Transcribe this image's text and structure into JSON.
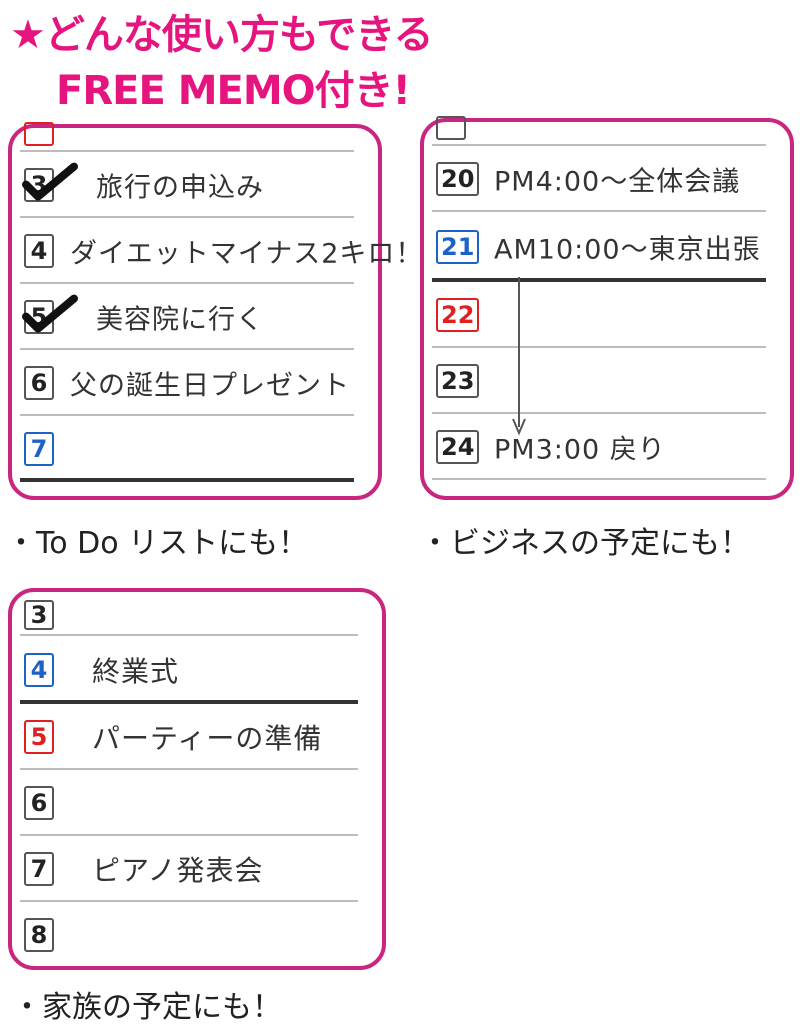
{
  "headline": {
    "line1": "★どんな使い方もできる",
    "line2": "FREE MEMO付き!"
  },
  "colors": {
    "accent": "#e5147f",
    "frame": "#c8267f",
    "saturday": "#1d63c7",
    "sunday": "#e02020"
  },
  "todo": {
    "caption": "・To Do リストにも！",
    "rows": [
      {
        "date": "3",
        "memo": "旅行の申込み",
        "checked": true
      },
      {
        "date": "4",
        "memo": "ダイエットマイナス2キロ！",
        "checked": false
      },
      {
        "date": "5",
        "memo": "美容院に行く",
        "checked": true
      },
      {
        "date": "6",
        "memo": "父の誕生日プレゼント",
        "checked": false
      },
      {
        "date": "7",
        "memo": "",
        "checked": false
      }
    ]
  },
  "business": {
    "caption": "・ビジネスの予定にも！",
    "rows": [
      {
        "date": "20",
        "memo": "PM4:00〜全体会議"
      },
      {
        "date": "21",
        "memo": "AM10:00〜東京出張"
      },
      {
        "date": "22",
        "memo": ""
      },
      {
        "date": "23",
        "memo": ""
      },
      {
        "date": "24",
        "memo": "PM3:00 戻り"
      }
    ]
  },
  "family": {
    "caption": "・家族の予定にも！",
    "rows": [
      {
        "date": "3",
        "memo": ""
      },
      {
        "date": "4",
        "memo": "終業式"
      },
      {
        "date": "5",
        "memo": "パーティーの準備"
      },
      {
        "date": "6",
        "memo": ""
      },
      {
        "date": "7",
        "memo": "ピアノ発表会"
      },
      {
        "date": "8",
        "memo": ""
      }
    ]
  }
}
